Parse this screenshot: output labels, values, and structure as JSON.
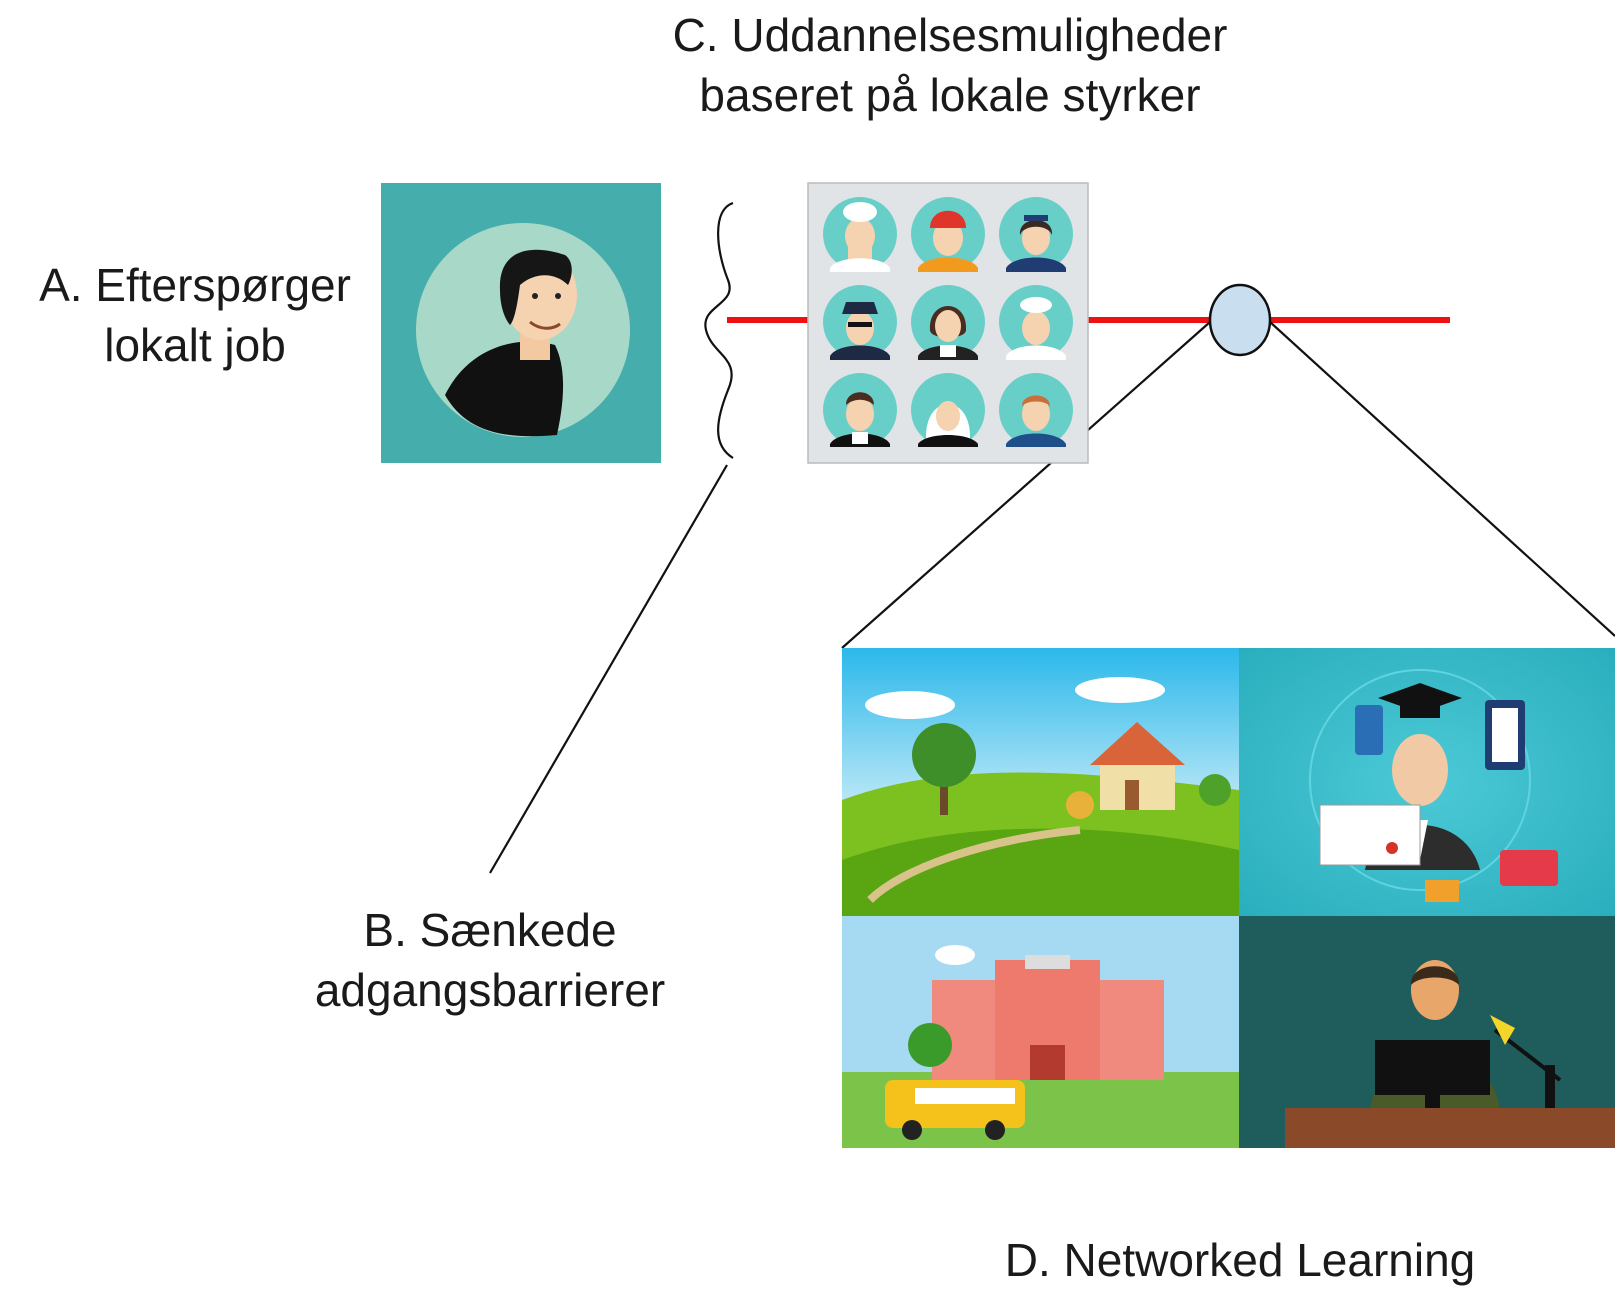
{
  "labels": {
    "a_line1": "A. Efterspørger",
    "a_line2": "lokalt job",
    "b_line1": "B. Sænkede",
    "b_line2": "adgangsbarrierer",
    "c_line1": "C. Uddannelsesmuligheder",
    "c_line2": "baseret på lokale styrker",
    "d_line1": "D. Networked Learning"
  },
  "colors": {
    "connector_line": "#ee1111",
    "person_panel": "#46adad",
    "professions_panel": "#e1e4e6",
    "node_fill": "#c9dff0",
    "classroom_panel": "#1f5c5c",
    "online_panel": "#35bccc"
  },
  "icons": {
    "person": "man-avatar-icon",
    "professions": [
      "chef-icon",
      "firefighter-icon",
      "flight-attendant-icon",
      "police-icon",
      "maid-icon",
      "doctor-icon",
      "waiter-icon",
      "nun-icon",
      "scientist-icon"
    ],
    "learning": [
      "countryside-scene",
      "online-graduate-scene",
      "school-bus-scene",
      "teacher-desk-scene"
    ]
  }
}
